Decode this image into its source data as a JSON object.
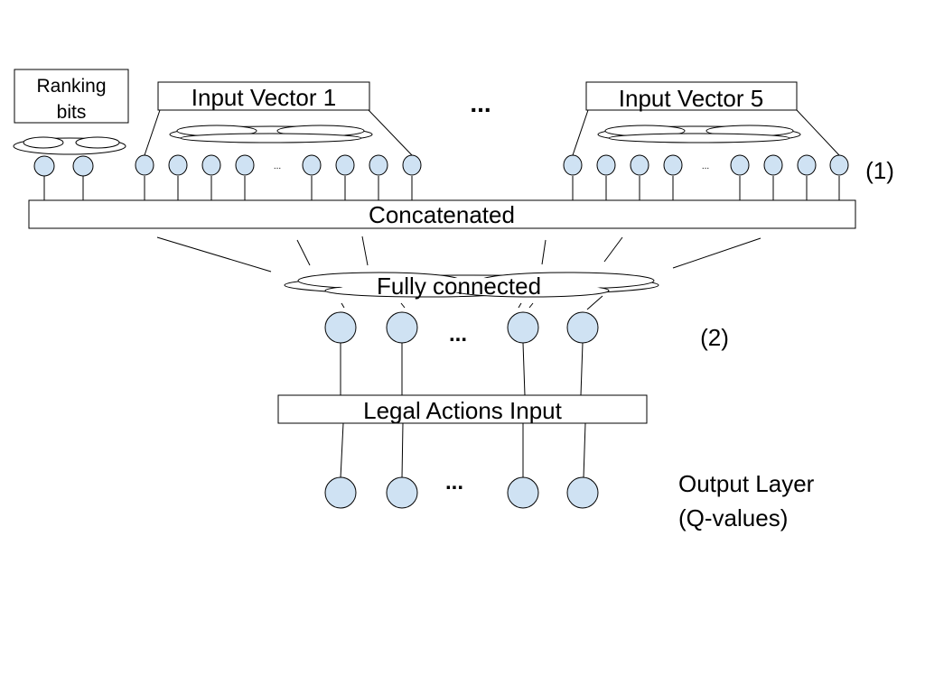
{
  "labels": {
    "ranking_line1": "Ranking",
    "ranking_line2": "bits",
    "input_vector_1": "Input Vector 1",
    "input_vector_5": "Input Vector 5",
    "ellipsis_vectors": "...",
    "ellipsis_small": "...",
    "layer1_marker": "(1)",
    "concatenated": "Concatenated",
    "fully_connected": "Fully connected",
    "ellipsis_hidden": "...",
    "layer2_marker": "(2)",
    "legal_actions": "Legal Actions Input",
    "ellipsis_output": "...",
    "output_line1": "Output Layer",
    "output_line2": "(Q-values)"
  },
  "colors": {
    "node_fill": "#cfe2f3",
    "stroke": "#000000",
    "background": "#ffffff"
  }
}
